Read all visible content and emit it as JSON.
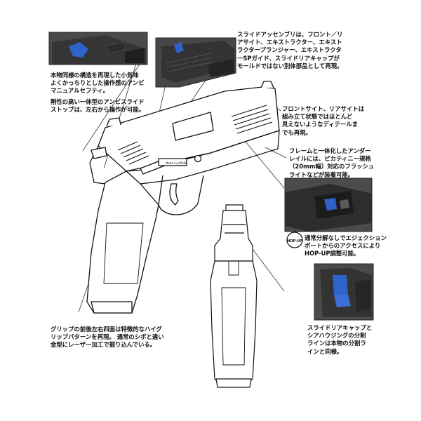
{
  "captions": {
    "safety": "本物同様の構造を再現した小気味\nよくかっちりとした操作感のアンビ\nマニュアルセフティ。",
    "slide_stop": "剛性の高い一体型のアンビスライド\nストップは、左右から操作が可能。",
    "slide_assembly": "スライドアッセンブリは、フロント／リ\nアサイト、エキストラクター、エキスト\nラクタープランジャー、エキストラクタ\nーSPガイド、スライドリアキャップが\nモールドではない別体部品として再現。",
    "sights": "フロントサイト、リアサイトは\n組み立て状態ではほとんど\n見えないようなディテールま\nでも再現。",
    "rail": "フレームと一体化したアンダー\nレイルには、ピカティニー規格\n（20mm幅）対応のフラッシュ\nライトなどが装着可能。",
    "hopup": "通常分解なしでエジェクション\nポートからのアクセスにより\nHOP-UP調整可能。",
    "rear_cap": "スライドリアキャップと\nシアハウジングの分割\nラインは本物の分割ラ\nインと同様。",
    "grip": "グリップの前後左右四面は特徴的なハイグ\nリップパターンを再現。 通常のシボと違い\n金型にレーザー加工で掘り込んでいる。"
  },
  "hopup_badge": "HOP-UP",
  "slide_marking": "Made in JAPAN",
  "colors": {
    "accent_blue": "#2f63c9",
    "metal_dark": "#3e3e3e",
    "line": "#111111"
  }
}
